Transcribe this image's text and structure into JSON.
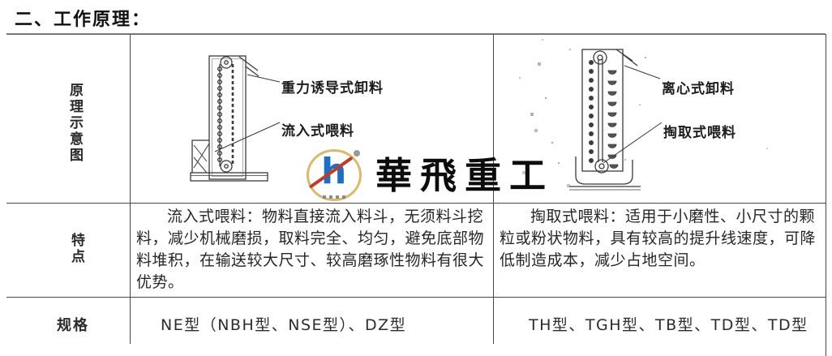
{
  "heading": "二、工作原理：",
  "row_labels": {
    "diagram": "原理示意图",
    "features": "特点",
    "specs": "规格"
  },
  "diagrams": {
    "left": {
      "discharge": "重力诱导式卸料",
      "feed": "流入式喂料"
    },
    "right": {
      "discharge": "离心式卸料",
      "feed": "掏取式喂料"
    }
  },
  "features": {
    "left": "流入式喂料：物料直接流入料斗，无须料斗挖料，减少机械磨损，取料完全、均匀，避免底部物料堆积，在输送较大尺寸、较高磨琢性物料有很大优势。",
    "right": "掏取式喂料：适用于小磨性、小尺寸的颗粒或粉状物料，具有较高的提升线速度，可降低制造成本，减少占地空间。"
  },
  "specs": {
    "left": "NE型（NBH型、NSE型）、DZ型",
    "right": "TH型、TGH型、TB型、TD型、TD型"
  },
  "watermark": {
    "brand": "華飛重工",
    "logo_letter": "h"
  },
  "colors": {
    "border_light": "#757575",
    "border_dark": "#474747",
    "text": "#262626",
    "logo_ring": "#d6b05e",
    "logo_blue": "#1e6fc0",
    "logo_red": "#c23b2a"
  }
}
